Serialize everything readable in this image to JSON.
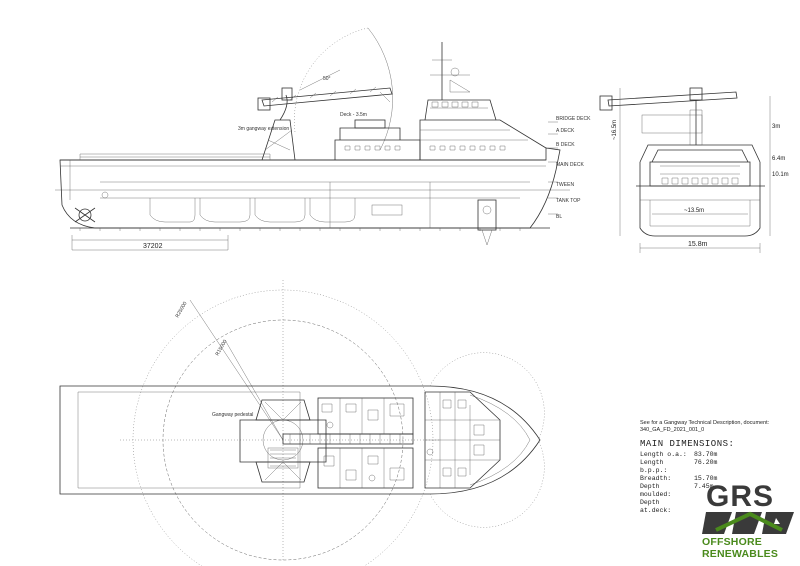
{
  "drawing": {
    "dimensions": {
      "aft_length": "37202",
      "total_height": "~16.5m",
      "sub_height_1": "3m",
      "sub_height_2": "6.4m",
      "sub_height_3": "10.1m",
      "inner_width": "~13.5m",
      "breadth": "15.8m",
      "radius_1": "R25000",
      "radius_2": "R15000",
      "angle": "50°"
    },
    "labels": {
      "gangway_note": "3m gangway extension",
      "deck_label": "Deck - 3.5m",
      "plan_note": "Gangway pedestal"
    }
  },
  "spec": {
    "reference": "See for a Gangway Technical Description, document:",
    "reference_doc": "340_GA_FD_2021_001_0",
    "title": "MAIN DIMENSIONS:",
    "rows": [
      {
        "key": "Length o.a.:",
        "value": "83.70m"
      },
      {
        "key": "Length b.p.p.:",
        "value": "76.20m"
      },
      {
        "key": "Breadth:",
        "value": "15.70m"
      },
      {
        "key": "Depth moulded:",
        "value": "7.45m"
      },
      {
        "key": "Depth at.deck:",
        "value": ""
      }
    ]
  },
  "logo": {
    "wordmark": "GRS",
    "line1": "OFFSHORE",
    "line2": "RENEWABLES",
    "colors": {
      "grey": "#3a3a3a",
      "green": "#4a8a1c"
    }
  }
}
